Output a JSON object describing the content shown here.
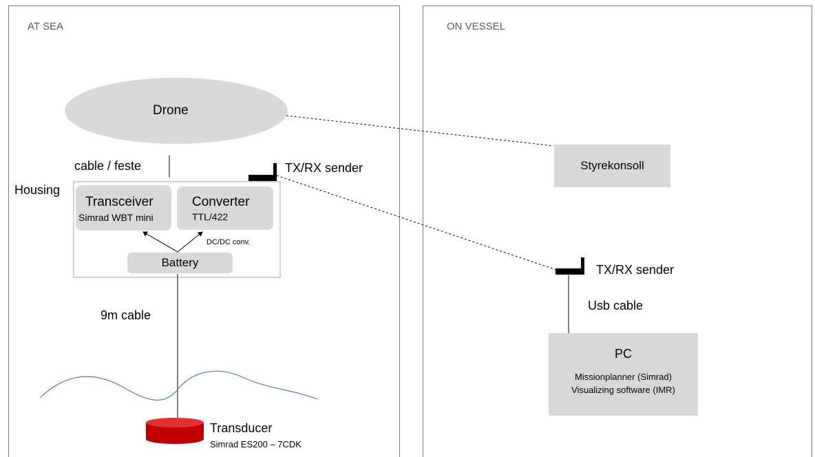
{
  "panels": {
    "at_sea": "AT SEA",
    "on_vessel": "ON VESSEL"
  },
  "nodes": {
    "drone": "Drone",
    "housing": "Housing",
    "transceiver": {
      "title": "Transceiver",
      "subtitle": "Simrad WBT mini"
    },
    "converter": {
      "title": "Converter",
      "subtitle": "TTL/422"
    },
    "battery": "Battery",
    "dcdc": "DC/DC conv.",
    "transducer": {
      "title": "Transducer",
      "subtitle": "Simrad ES200 – 7CDK"
    },
    "styrekonsoll": "Styrekonsoll",
    "pc": {
      "title": "PC",
      "line1": "Missionplanner (Simrad)",
      "line2": "Visualizing software (IMR)"
    }
  },
  "labels": {
    "cable_feste": "cable / feste",
    "tx_rx_sea": "TX/RX sender",
    "tx_rx_vessel": "TX/RX sender",
    "cable_9m": "9m cable",
    "usb_cable": "Usb cable"
  },
  "colors": {
    "box_fill": "#d9d9d9",
    "ellipse_fill": "#d9d9d9",
    "housing_border": "#8eaadb",
    "wave": "#4a7ebb",
    "transducer": "#c00000",
    "panel_border": "#7f7f7f"
  }
}
